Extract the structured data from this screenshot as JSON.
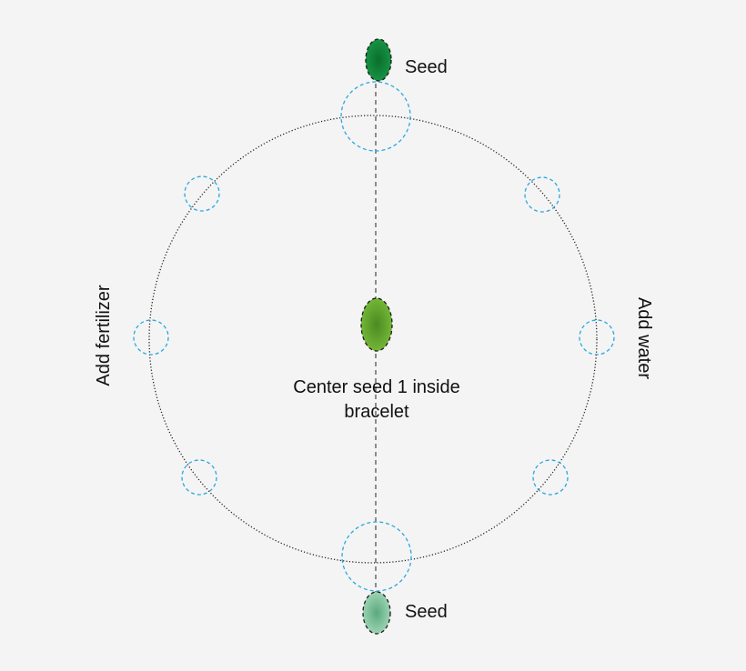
{
  "labels": {
    "seed_top": "Seed",
    "seed_bottom": "Seed",
    "center_line1": "Center seed 1 inside",
    "center_line2": "bracelet",
    "left_side": "Add fertilizer",
    "right_side": "Add water"
  },
  "colors": {
    "background": "#f4f4f4",
    "bracelet_outline": "#222222",
    "marker_circles": "#29a8e0",
    "axis_line": "#444444",
    "seed_top": "#128a3c",
    "seed_center": "#6ca833",
    "seed_bottom": "#7fc29a"
  },
  "icons": {
    "seed": "seed-oval-icon"
  }
}
